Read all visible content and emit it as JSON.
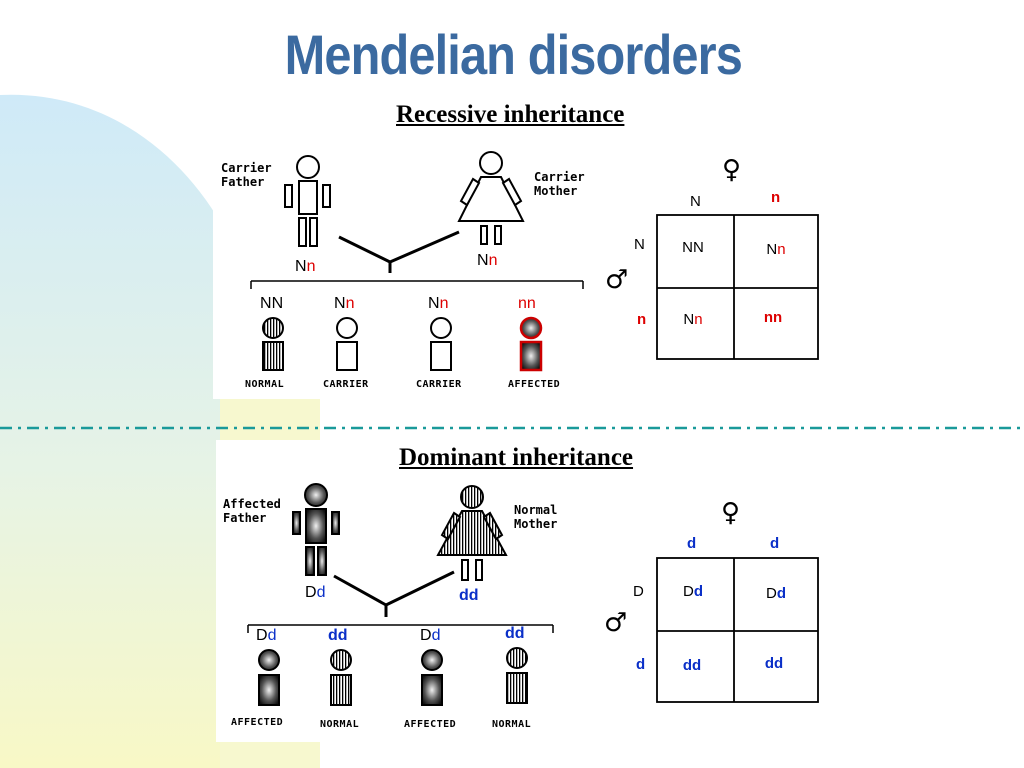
{
  "title": "Mendelian disorders",
  "recessive": {
    "heading": "Recessive inheritance",
    "father": {
      "label_line1": "Carrier",
      "label_line2": "Father",
      "genotype": [
        "N",
        "n"
      ]
    },
    "mother": {
      "label_line1": "Carrier",
      "label_line2": "Mother",
      "genotype": [
        "N",
        "n"
      ]
    },
    "children": [
      {
        "genotype": [
          "N",
          "N"
        ],
        "caption": "NORMAL"
      },
      {
        "genotype": [
          "N",
          "n"
        ],
        "caption": "CARRIER"
      },
      {
        "genotype": [
          "N",
          "n"
        ],
        "caption": "CARRIER"
      },
      {
        "genotype": [
          "n",
          "n"
        ],
        "caption": "AFFECTED"
      }
    ],
    "punnett": {
      "female_symbol": "♀",
      "male_symbol": "♂",
      "female_alleles": [
        "N",
        "n"
      ],
      "male_alleles": [
        "N",
        "n"
      ],
      "cells": [
        [
          "N",
          "N"
        ],
        [
          "N",
          "n"
        ],
        [
          "N",
          "n"
        ],
        [
          "n",
          "n"
        ]
      ]
    }
  },
  "dominant": {
    "heading": "Dominant inheritance",
    "father": {
      "label_line1": "Affected",
      "label_line2": "Father",
      "genotype": [
        "D",
        "d"
      ]
    },
    "mother": {
      "label_line1": "Normal",
      "label_line2": "Mother",
      "genotype": [
        "d",
        "d"
      ]
    },
    "children": [
      {
        "genotype": [
          "D",
          "d"
        ],
        "caption": "AFFECTED"
      },
      {
        "genotype": [
          "d",
          "d"
        ],
        "caption": "NORMAL"
      },
      {
        "genotype": [
          "D",
          "d"
        ],
        "caption": "AFFECTED"
      },
      {
        "genotype": [
          "d",
          "d"
        ],
        "caption": "NORMAL"
      }
    ],
    "punnett": {
      "female_symbol": "♀",
      "male_symbol": "♂",
      "female_alleles": [
        "d",
        "d"
      ],
      "male_alleles": [
        "D",
        "d"
      ],
      "cells": [
        [
          "D",
          "d"
        ],
        [
          "D",
          "d"
        ],
        [
          "d",
          "d"
        ],
        [
          "d",
          "d"
        ]
      ]
    }
  },
  "colors": {
    "title": "#3b6aa0",
    "recessive_allele": "#dd0000",
    "dominant_allele_small": "#0a2fc8",
    "divider": "#1a9a9a",
    "background_blue": "#cfeaf8",
    "background_yellow": "#f8f8c8"
  }
}
